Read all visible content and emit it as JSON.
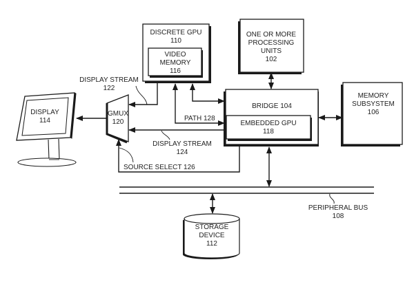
{
  "diagram": {
    "type": "block-diagram",
    "nodes": {
      "discrete_gpu": {
        "title": "DISCRETE GPU",
        "ref": "110"
      },
      "video_memory": {
        "line1": "VIDEO",
        "line2": "MEMORY",
        "ref": "116"
      },
      "processing_units": {
        "line1": "ONE OR MORE",
        "line2": "PROCESSING",
        "line3": "UNITS",
        "ref": "102"
      },
      "bridge": {
        "label": "BRIDGE 104"
      },
      "embedded_gpu": {
        "title": "EMBEDDED GPU",
        "ref": "118"
      },
      "memory_subsystem": {
        "line1": "MEMORY",
        "line2": "SUBSYSTEM",
        "ref": "106"
      },
      "gmux": {
        "title": "GMUX",
        "ref": "120"
      },
      "display": {
        "title": "DISPLAY",
        "ref": "114"
      },
      "storage_device": {
        "line1": "STORAGE",
        "line2": "DEVICE",
        "ref": "112"
      }
    },
    "labels": {
      "display_stream_122": {
        "line1": "DISPLAY STREAM",
        "line2": "122"
      },
      "display_stream_124": {
        "line1": "DISPLAY STREAM",
        "line2": "124"
      },
      "path_128": "PATH 128",
      "source_select_126": "SOURCE SELECT 126",
      "peripheral_bus": {
        "line1": "PERIPHERAL BUS",
        "line2": "108"
      }
    },
    "edges": [
      {
        "from": "discrete_gpu",
        "to": "gmux",
        "label": "DISPLAY STREAM 122"
      },
      {
        "from": "bridge",
        "to": "discrete_gpu",
        "bidirectional": true
      },
      {
        "from": "discrete_gpu",
        "to": "bridge",
        "label": "PATH 128"
      },
      {
        "from": "bridge",
        "to": "gmux",
        "label": "DISPLAY STREAM 124"
      },
      {
        "from": "bridge",
        "to": "gmux",
        "label": "SOURCE SELECT 126"
      },
      {
        "from": "gmux",
        "to": "display"
      },
      {
        "from": "processing_units",
        "to": "bridge",
        "bidirectional": true
      },
      {
        "from": "bridge",
        "to": "memory_subsystem",
        "bidirectional": true
      },
      {
        "from": "bridge",
        "to": "peripheral_bus",
        "bidirectional": true
      },
      {
        "from": "peripheral_bus",
        "to": "storage_device",
        "bidirectional": true
      }
    ]
  }
}
